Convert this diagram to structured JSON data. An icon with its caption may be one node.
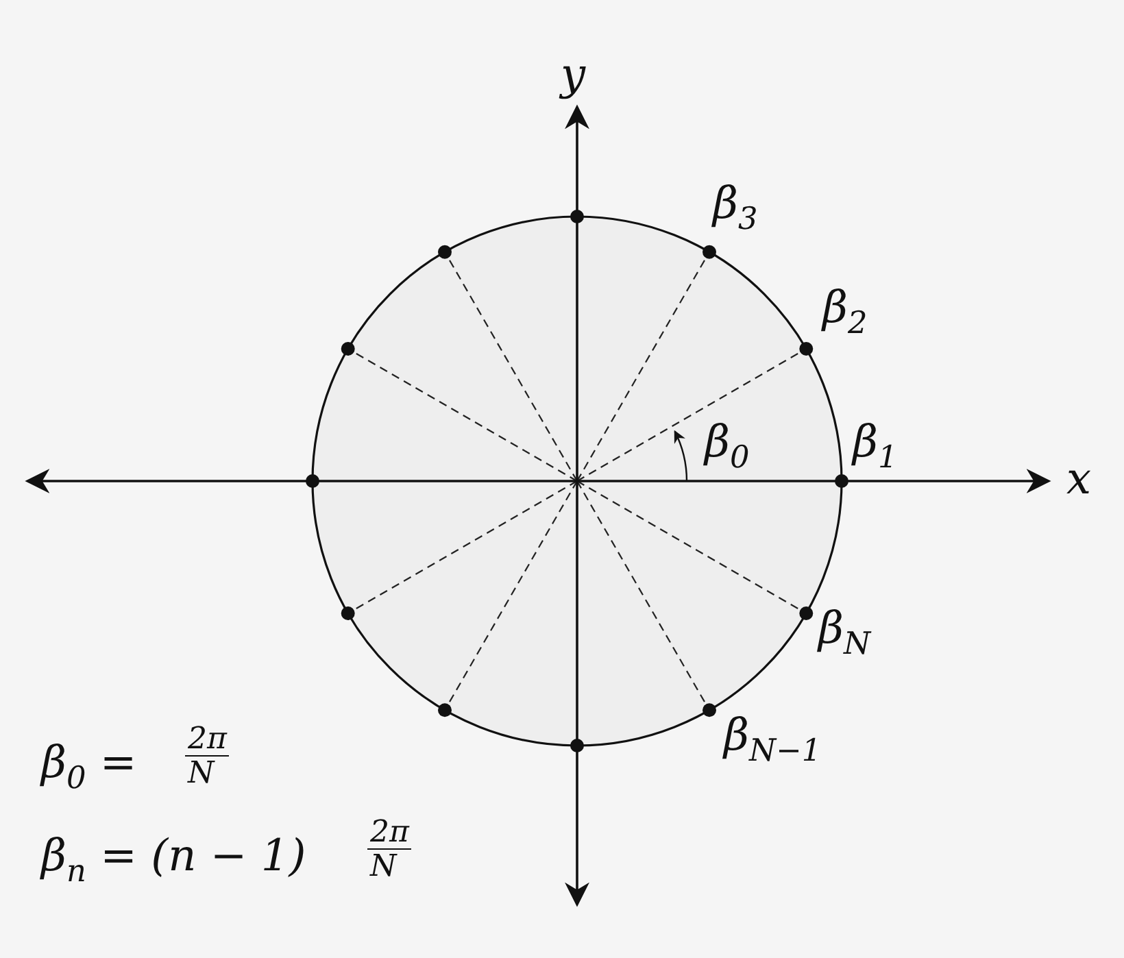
{
  "diagram": {
    "labels": [
      "y",
      "β$_{3}$",
      "β$_{2}$",
      "β$_{0}$",
      "β$_{1}$",
      "x",
      "β$_{N}$",
      "β$_{N−1}$",
      "β$_{0}$ =",
      "2π",
      "N",
      "β$_{n}$ = (n − 1)",
      "2π",
      "N"
    ]
  }
}
